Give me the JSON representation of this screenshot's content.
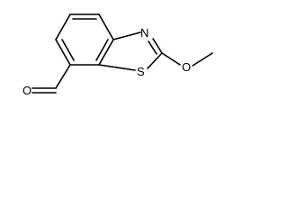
{
  "molecule": {
    "atom_labels": {
      "nitrogen": "N",
      "sulfur": "S",
      "oxygen_methoxy": "O",
      "oxygen_aldehyde": "O"
    },
    "colors": {
      "bond": "#000000",
      "label": "#000000",
      "background": "#ffffff"
    }
  }
}
